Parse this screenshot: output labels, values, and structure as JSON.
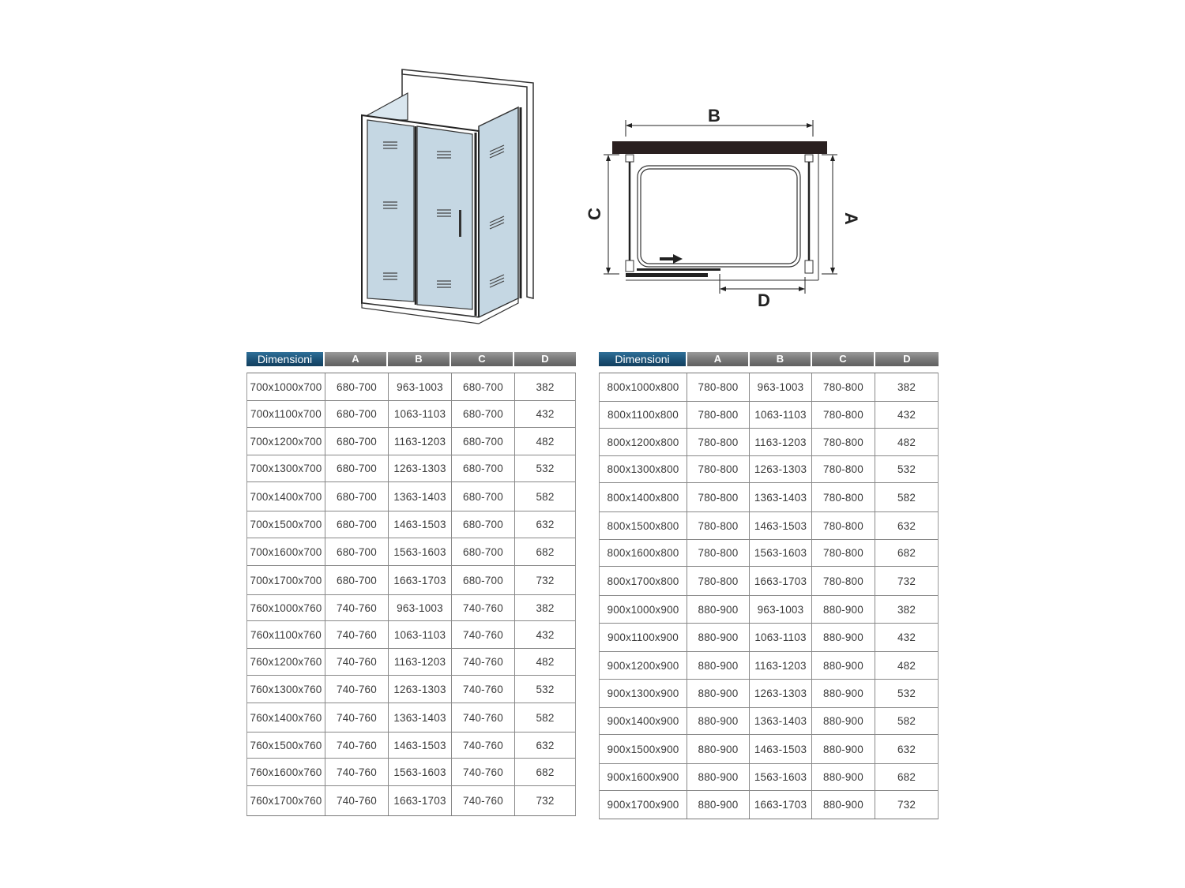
{
  "diagrams": {
    "perspective": {
      "description": "Shower enclosure 3D view with sliding door and side panel"
    },
    "plan": {
      "labels": {
        "a": "A",
        "b": "B",
        "c": "C",
        "d": "D"
      },
      "icons": {
        "direction": "arrow-right-icon"
      }
    }
  },
  "tables": [
    {
      "headers": [
        "Dimensioni",
        "A",
        "B",
        "C",
        "D"
      ],
      "rows": [
        [
          "700x1000x700",
          "680-700",
          "963-1003",
          "680-700",
          "382"
        ],
        [
          "700x1100x700",
          "680-700",
          "1063-1103",
          "680-700",
          "432"
        ],
        [
          "700x1200x700",
          "680-700",
          "1163-1203",
          "680-700",
          "482"
        ],
        [
          "700x1300x700",
          "680-700",
          "1263-1303",
          "680-700",
          "532"
        ],
        [
          "700x1400x700",
          "680-700",
          "1363-1403",
          "680-700",
          "582"
        ],
        [
          "700x1500x700",
          "680-700",
          "1463-1503",
          "680-700",
          "632"
        ],
        [
          "700x1600x700",
          "680-700",
          "1563-1603",
          "680-700",
          "682"
        ],
        [
          "700x1700x700",
          "680-700",
          "1663-1703",
          "680-700",
          "732"
        ],
        [
          "760x1000x760",
          "740-760",
          "963-1003",
          "740-760",
          "382"
        ],
        [
          "760x1100x760",
          "740-760",
          "1063-1103",
          "740-760",
          "432"
        ],
        [
          "760x1200x760",
          "740-760",
          "1163-1203",
          "740-760",
          "482"
        ],
        [
          "760x1300x760",
          "740-760",
          "1263-1303",
          "740-760",
          "532"
        ],
        [
          "760x1400x760",
          "740-760",
          "1363-1403",
          "740-760",
          "582"
        ],
        [
          "760x1500x760",
          "740-760",
          "1463-1503",
          "740-760",
          "632"
        ],
        [
          "760x1600x760",
          "740-760",
          "1563-1603",
          "740-760",
          "682"
        ],
        [
          "760x1700x760",
          "740-760",
          "1663-1703",
          "740-760",
          "732"
        ]
      ]
    },
    {
      "headers": [
        "Dimensioni",
        "A",
        "B",
        "C",
        "D"
      ],
      "rows": [
        [
          "800x1000x800",
          "780-800",
          "963-1003",
          "780-800",
          "382"
        ],
        [
          "800x1100x800",
          "780-800",
          "1063-1103",
          "780-800",
          "432"
        ],
        [
          "800x1200x800",
          "780-800",
          "1163-1203",
          "780-800",
          "482"
        ],
        [
          "800x1300x800",
          "780-800",
          "1263-1303",
          "780-800",
          "532"
        ],
        [
          "800x1400x800",
          "780-800",
          "1363-1403",
          "780-800",
          "582"
        ],
        [
          "800x1500x800",
          "780-800",
          "1463-1503",
          "780-800",
          "632"
        ],
        [
          "800x1600x800",
          "780-800",
          "1563-1603",
          "780-800",
          "682"
        ],
        [
          "800x1700x800",
          "780-800",
          "1663-1703",
          "780-800",
          "732"
        ],
        [
          "900x1000x900",
          "880-900",
          "963-1003",
          "880-900",
          "382"
        ],
        [
          "900x1100x900",
          "880-900",
          "1063-1103",
          "880-900",
          "432"
        ],
        [
          "900x1200x900",
          "880-900",
          "1163-1203",
          "880-900",
          "482"
        ],
        [
          "900x1300x900",
          "880-900",
          "1263-1303",
          "880-900",
          "532"
        ],
        [
          "900x1400x900",
          "880-900",
          "1363-1403",
          "880-900",
          "582"
        ],
        [
          "900x1500x900",
          "880-900",
          "1463-1503",
          "880-900",
          "632"
        ],
        [
          "900x1600x900",
          "880-900",
          "1563-1603",
          "880-900",
          "682"
        ],
        [
          "900x1700x900",
          "880-900",
          "1663-1703",
          "880-900",
          "732"
        ]
      ]
    }
  ]
}
